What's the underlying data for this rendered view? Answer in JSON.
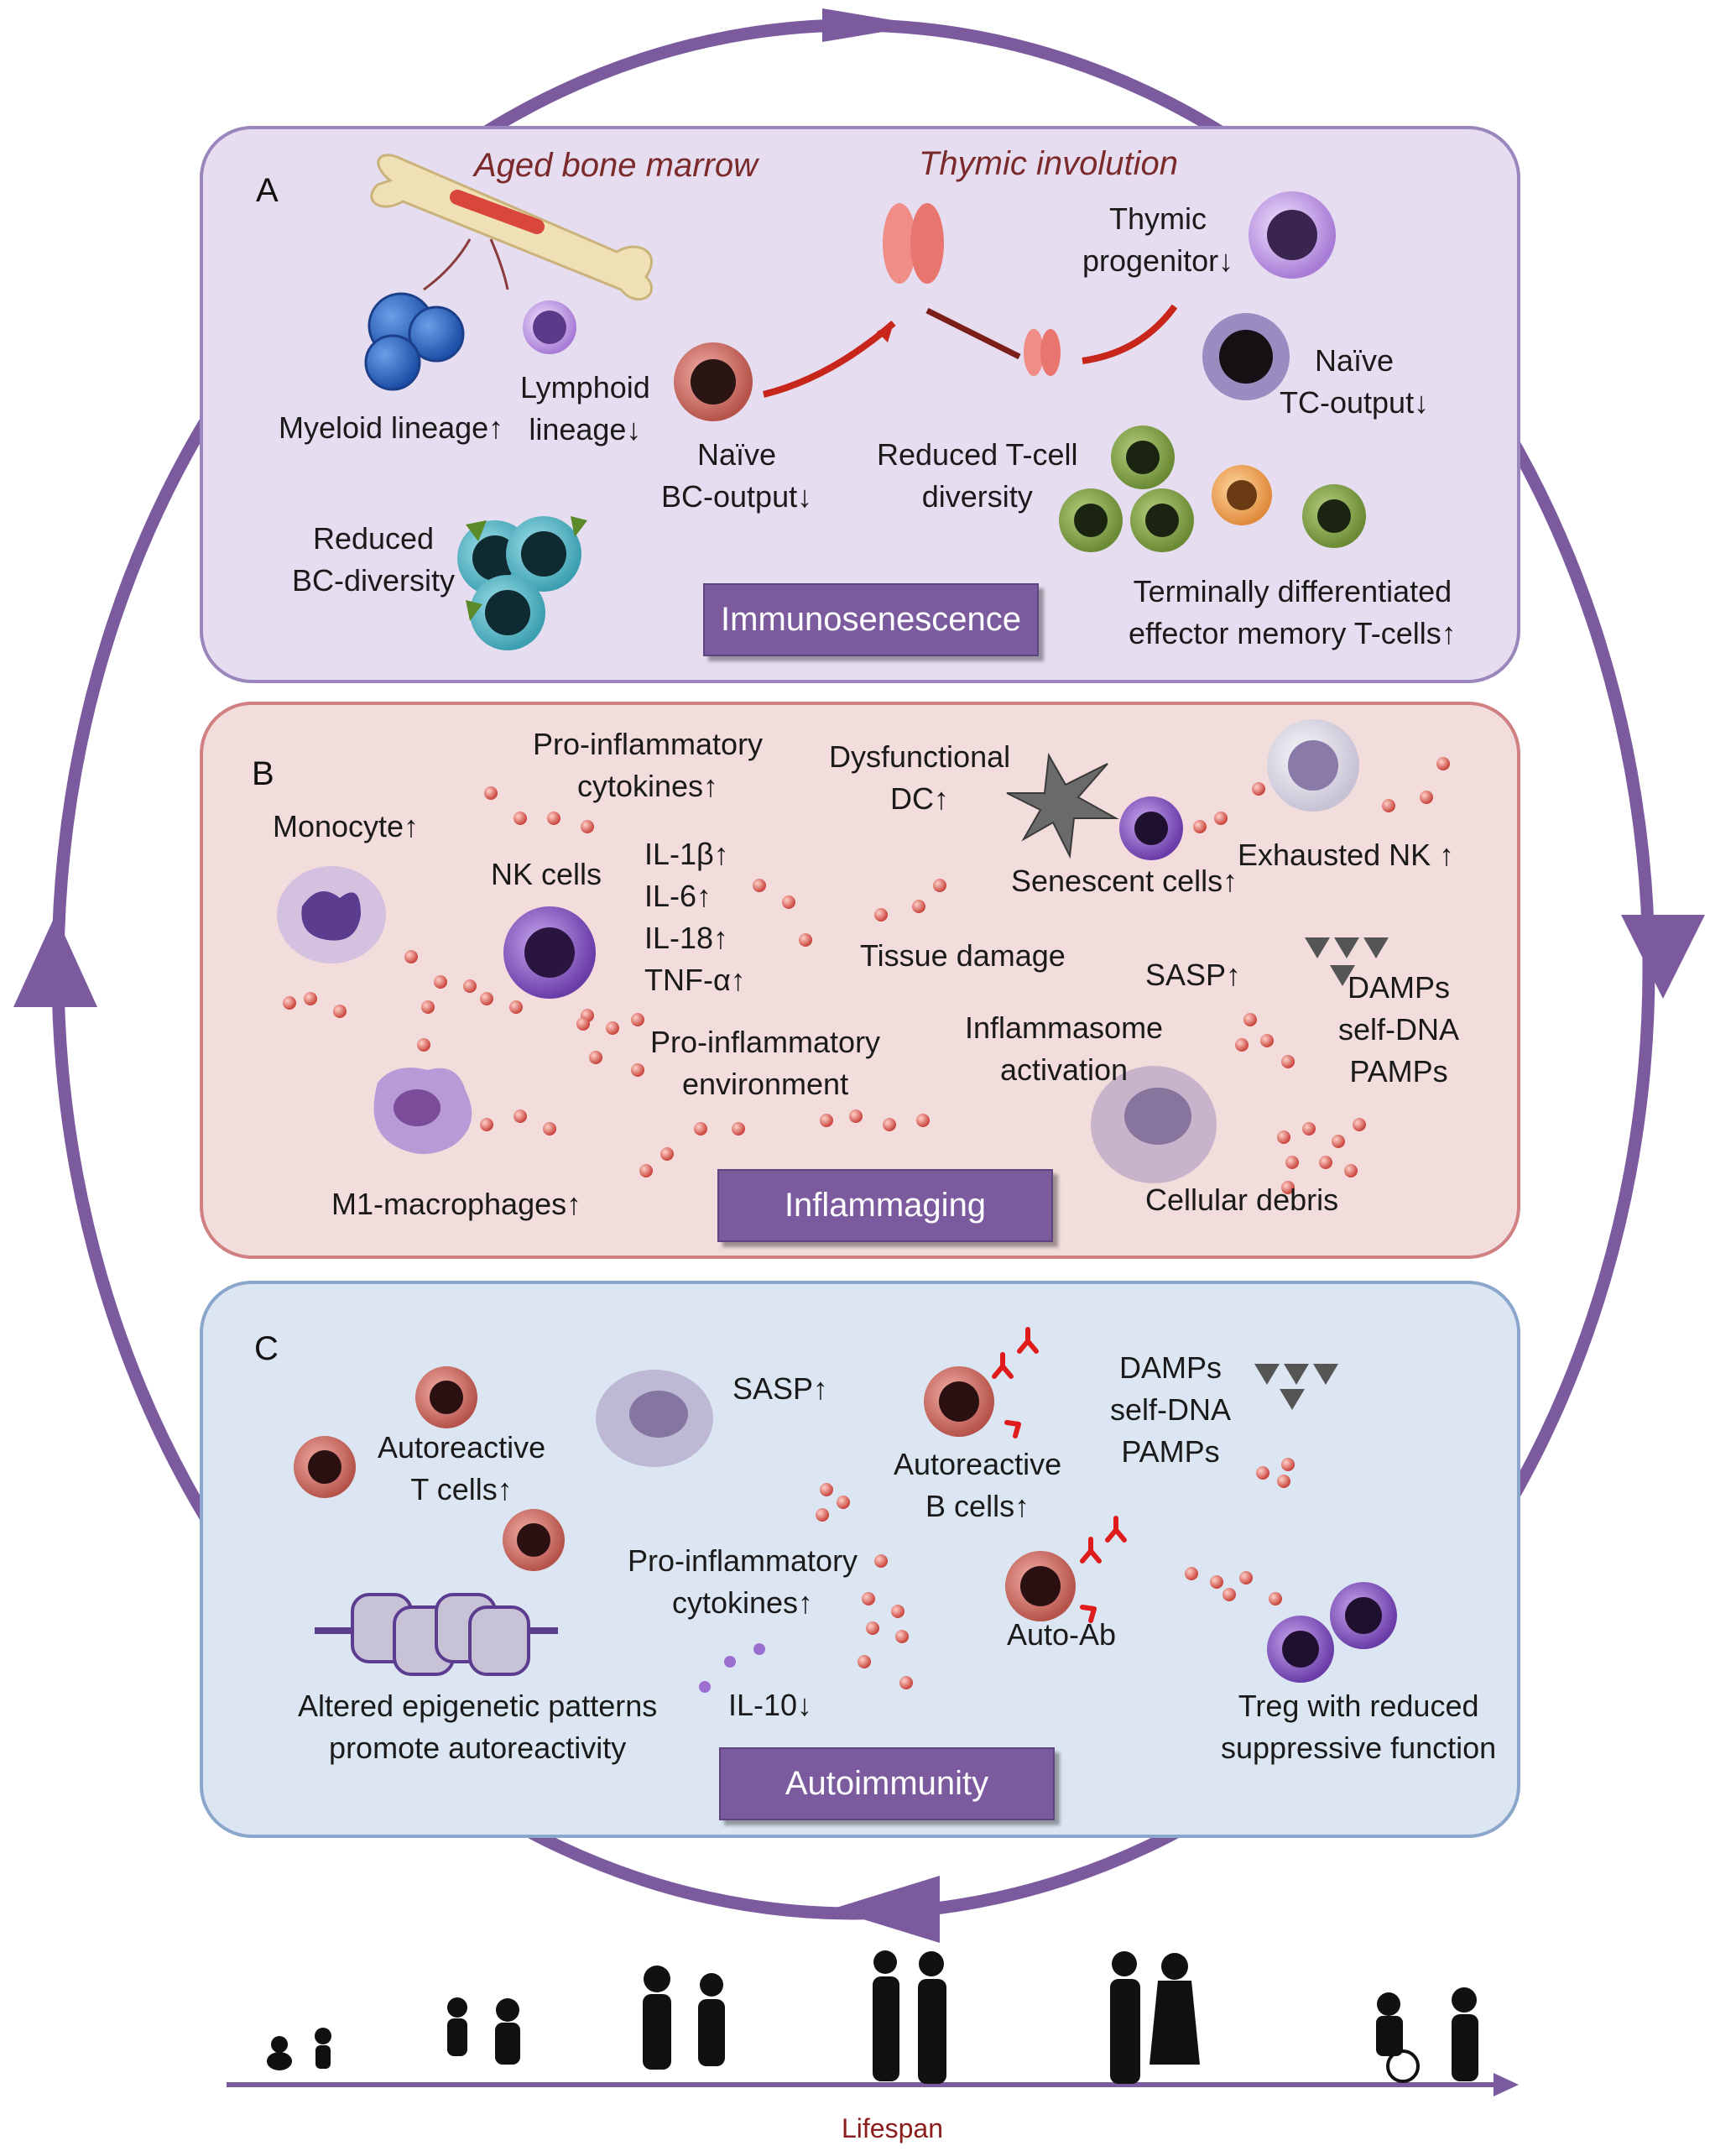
{
  "panel_a": {
    "letter": "A",
    "aged_bone_marrow": "Aged bone marrow",
    "thymic_involution": "Thymic involution",
    "thymic_progenitor": "Thymic\nprogenitor↓",
    "myeloid_lineage": "Myeloid lineage↑",
    "lymphoid_lineage": "Lymphoid\nlineage↓",
    "naive_bc_output": "Naïve\nBC-output↓",
    "reduced_tcell_diversity": "Reduced T-cell\ndiversity",
    "naive_tc_output": "Naïve\nTC-output↓",
    "reduced_bc_diversity": "Reduced\nBC-diversity",
    "terminally_differentiated": "Terminally differentiated\neffector memory T-cells↑",
    "badge": "Immunosenescence"
  },
  "panel_b": {
    "letter": "B",
    "proinflammatory_cytokines": "Pro-inflammatory\ncytokines↑",
    "dysfunctional_dc": "Dysfunctional\nDC↑",
    "monocyte": "Monocyte↑",
    "nk_cells": "NK cells",
    "interleukins": "IL-1β↑\nIL-6↑\nIL-18↑\nTNF-α↑",
    "senescent_cells": "Senescent cells↑",
    "exhausted_nk": "Exhausted NK ↑",
    "tissue_damage": "Tissue damage",
    "sasp": "SASP↑",
    "damps": "DAMPs\nself-DNA\nPAMPs",
    "inflammasome": "Inflammasome\nactivation",
    "proinflammatory_environment": "Pro-inflammatory\nenvironment",
    "m1_macrophages": "M1-macrophages↑",
    "cellular_debris": "Cellular debris",
    "badge": "Inflammaging"
  },
  "panel_c": {
    "letter": "C",
    "sasp": "SASP↑",
    "damps": "DAMPs\nself-DNA\nPAMPs",
    "autoreactive_t": "Autoreactive\nT cells↑",
    "autoreactive_b": "Autoreactive\nB cells↑",
    "proinflammatory_cytokines": "Pro-inflammatory\ncytokines↑",
    "auto_ab": "Auto-Ab",
    "il10": "IL-10↓",
    "epigenetic": "Altered epigenetic patterns\npromote autoreactivity",
    "treg": "Treg with reduced\nsuppressive function",
    "badge": "Autoimmunity"
  },
  "timeline": {
    "label": "Lifespan"
  },
  "colors": {
    "cycle": "#7b5a9e",
    "panel_a_fill": "#e6def0",
    "panel_a_border": "#9a86bd",
    "panel_b_fill": "#f2dcdc",
    "panel_b_border": "#d08080",
    "panel_c_fill": "#dce6f2",
    "panel_c_border": "#8aa6cc",
    "badge": "#7b5a9e",
    "dots": "#d9534f",
    "lifespan_label": "#8b1d1d"
  }
}
